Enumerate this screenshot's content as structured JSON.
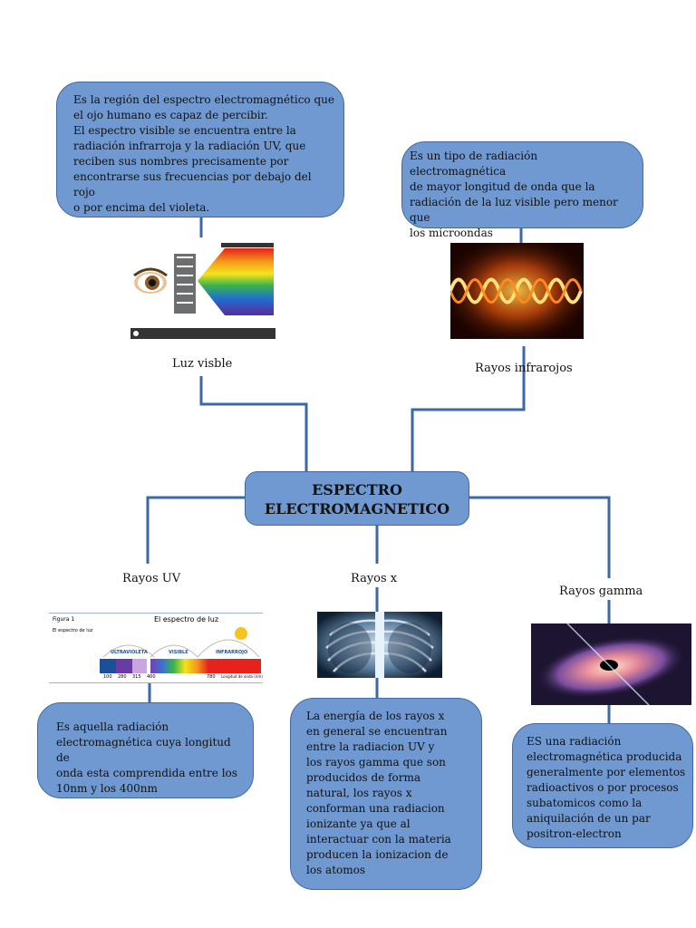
{
  "center_node": {
    "line1": "ESPECTRO",
    "line2": "ELECTROMAGNETICO"
  },
  "nodes": {
    "luz_visible": {
      "label": "Luz visble",
      "description": "Es la región del espectro electromagnético que\nel ojo humano es capaz de percibir.\nEl espectro visible se encuentra entre la\nradiación infrarroja y la radiación UV, que\nreciben sus nombres precisamente por\nencontrarse sus frecuencias por debajo del rojo\n o por encima del violeta.",
      "image_icon": "eye-spectrum-image"
    },
    "rayos_infrarrojos": {
      "label": "Rayos infrarojos",
      "description": "Es un tipo de radiación electromagnética\nde mayor longitud de onda que la\nradiación de la luz visible pero menor que\nlos microondas",
      "image_icon": "infrared-wave-image"
    },
    "rayos_uv": {
      "label": "Rayos UV",
      "description": "Es aquella radiación\nelectromagnética cuya longitud de\nonda esta comprendida entre los\n10nm y los 400nm",
      "image_icon": "light-spectrum-figure-image",
      "figure": {
        "figure_label": "Figura 1",
        "title": "El espectro de luz",
        "subtitle": "El espectro de luz",
        "bands": [
          "ULTRAVIOLETA",
          "VISIBLE",
          "INFRARROJO"
        ],
        "ticks": [
          "100",
          "280",
          "315",
          "400",
          "780"
        ],
        "axis_label": "Longitud de onda (nm)"
      }
    },
    "rayos_x": {
      "label": "Rayos x",
      "description": "La energía de los rayos x\nen general se encuentran\nentre la radiacion UV y\nlos rayos gamma que son\nproducidos de forma\nnatural, los rayos x\nconforman una radiacion\nionizante ya que al\ninteractuar con la materia\nproducen la ionizacion de\nlos atomos",
      "image_icon": "chest-xray-image"
    },
    "rayos_gamma": {
      "label": "Rayos gamma",
      "description": "ES una radiación\nelectromagnética producida\ngeneralmente por elementos\nradioactivos o por procesos\nsubatomicos como la\naniquilación de un par\npositron-electron",
      "image_icon": "black-hole-gamma-image"
    }
  },
  "colors": {
    "node_fill": "#6f99d0",
    "node_border": "#3f6aa3",
    "connector": "#3a68a8"
  }
}
